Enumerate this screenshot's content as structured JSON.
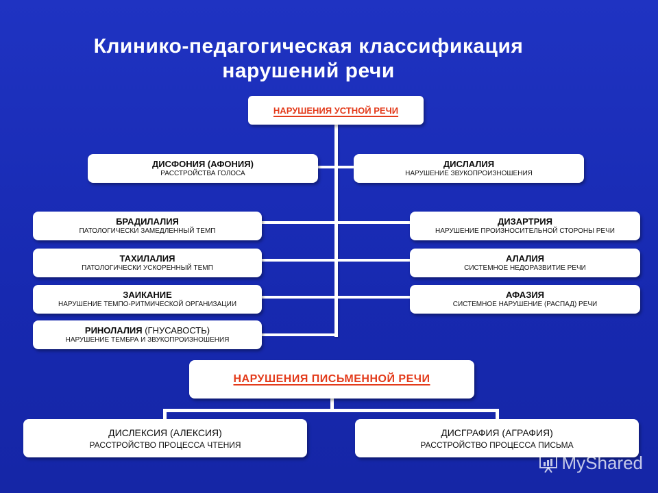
{
  "title": {
    "line1": "Клинико-педагогическая классификация",
    "line2": "нарушений речи"
  },
  "oral": {
    "header": "НАРУШЕНИЯ УСТНОЙ РЕЧИ",
    "items": {
      "dysphonia": {
        "name": "ДИСФОНИЯ (АФОНИЯ)",
        "desc": "РАССТРОЙСТВА ГОЛОСА"
      },
      "dyslalia": {
        "name": "ДИСЛАЛИЯ",
        "desc": "НАРУШЕНИЕ ЗВУКОПРОИЗНОШЕНИЯ"
      },
      "bradilalia": {
        "name": "БРАДИЛАЛИЯ",
        "desc": "ПАТОЛОГИЧЕСКИ ЗАМЕДЛЕННЫЙ ТЕМП"
      },
      "dysarthria": {
        "name": "ДИЗАРТРИЯ",
        "desc": "НАРУШЕНИЕ ПРОИЗНОСИТЕЛЬНОЙ СТОРОНЫ РЕЧИ"
      },
      "tachilalia": {
        "name": "ТАХИЛАЛИЯ",
        "desc": "ПАТОЛОГИЧЕСКИ УСКОРЕННЫЙ ТЕМП"
      },
      "alalia": {
        "name": "АЛАЛИЯ",
        "desc": "СИСТЕМНОЕ НЕДОРАЗВИТИЕ РЕЧИ"
      },
      "stuttering": {
        "name": "ЗАИКАНИЕ",
        "desc": "НАРУШЕНИЕ ТЕМПО-РИТМИЧЕСКОЙ ОРГАНИЗАЦИИ"
      },
      "aphasia": {
        "name": "АФАЗИЯ",
        "desc": "СИСТЕМНОЕ НАРУШЕНИЕ (РАСПАД) РЕЧИ"
      },
      "rhinolalia": {
        "name": "РИНОЛАЛИЯ",
        "name_extra": " (ГНУСАВОСТЬ)",
        "desc": "НАРУШЕНИЕ ТЕМБРА И ЗВУКОПРОИЗНОШЕНИЯ"
      }
    }
  },
  "written": {
    "header": "НАРУШЕНИЯ ПИСЬМЕННОЙ РЕЧИ",
    "items": {
      "dyslexia": {
        "name": "ДИСЛЕКСИЯ (АЛЕКСИЯ)",
        "desc": "РАССТРОЙСТВО ПРОЦЕССА ЧТЕНИЯ"
      },
      "dysgraphia": {
        "name": "ДИСГРАФИЯ (АГРАФИЯ)",
        "desc": "РАССТРОЙСТВО ПРОЦЕССА ПИСЬМА"
      }
    }
  },
  "watermark": "MyShared",
  "colors": {
    "background": "#1a2eb4",
    "header_text": "#e33a1a",
    "box": "#ffffff"
  }
}
